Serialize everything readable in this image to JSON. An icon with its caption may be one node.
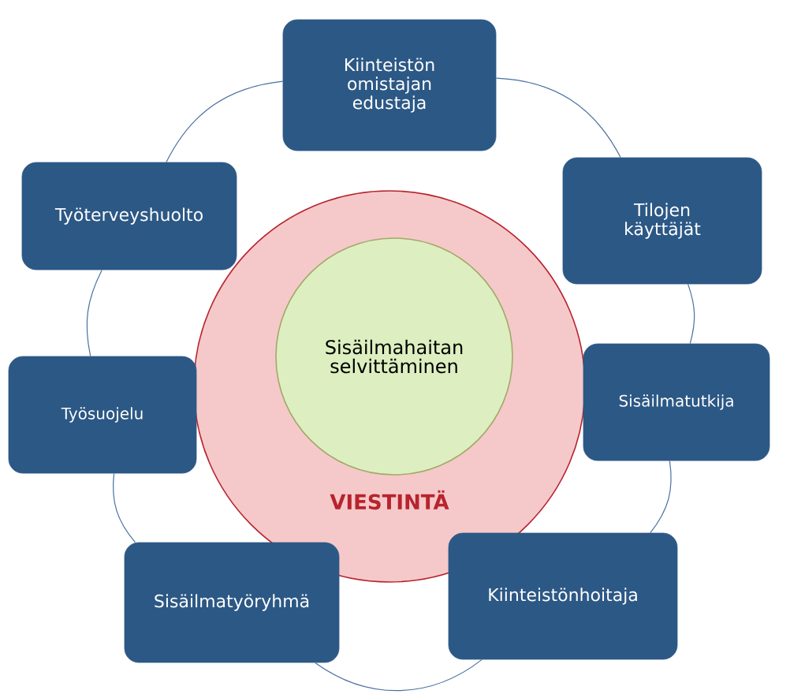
{
  "diagram": {
    "nodes": [
      {
        "text": [
          "Kiinteistön omistajan edustaja"
        ]
      },
      {
        "text": [
          "Työterveyshuolto"
        ]
      },
      {
        "text": [
          "Tilojen käyttäjät"
        ]
      },
      {
        "text": [
          "VIESTINTÄ"
        ]
      },
      {
        "text": [
          "Sisäilmahaitan selvittäminen"
        ],
        "in": 3
      },
      {
        "text": [
          "Työsuojelu"
        ]
      },
      {
        "text": [
          "Sisäilmatutkija"
        ]
      },
      {
        "text": [
          "Sisäilmatyöryhmä"
        ]
      },
      {
        "text": [
          "Kiinteistönhoitaja"
        ]
      }
    ],
    "edges": [
      {
        "from": 0,
        "to": 2,
        "arrow": "none"
      },
      {
        "from": 2,
        "to": 6,
        "arrow": "none"
      },
      {
        "from": 6,
        "to": 8,
        "arrow": "none"
      },
      {
        "from": 8,
        "to": 7,
        "arrow": "none"
      },
      {
        "from": 7,
        "to": 5,
        "arrow": "none"
      },
      {
        "from": 5,
        "to": 1,
        "arrow": "none"
      },
      {
        "from": 1,
        "to": 0,
        "arrow": "none"
      }
    ]
  }
}
